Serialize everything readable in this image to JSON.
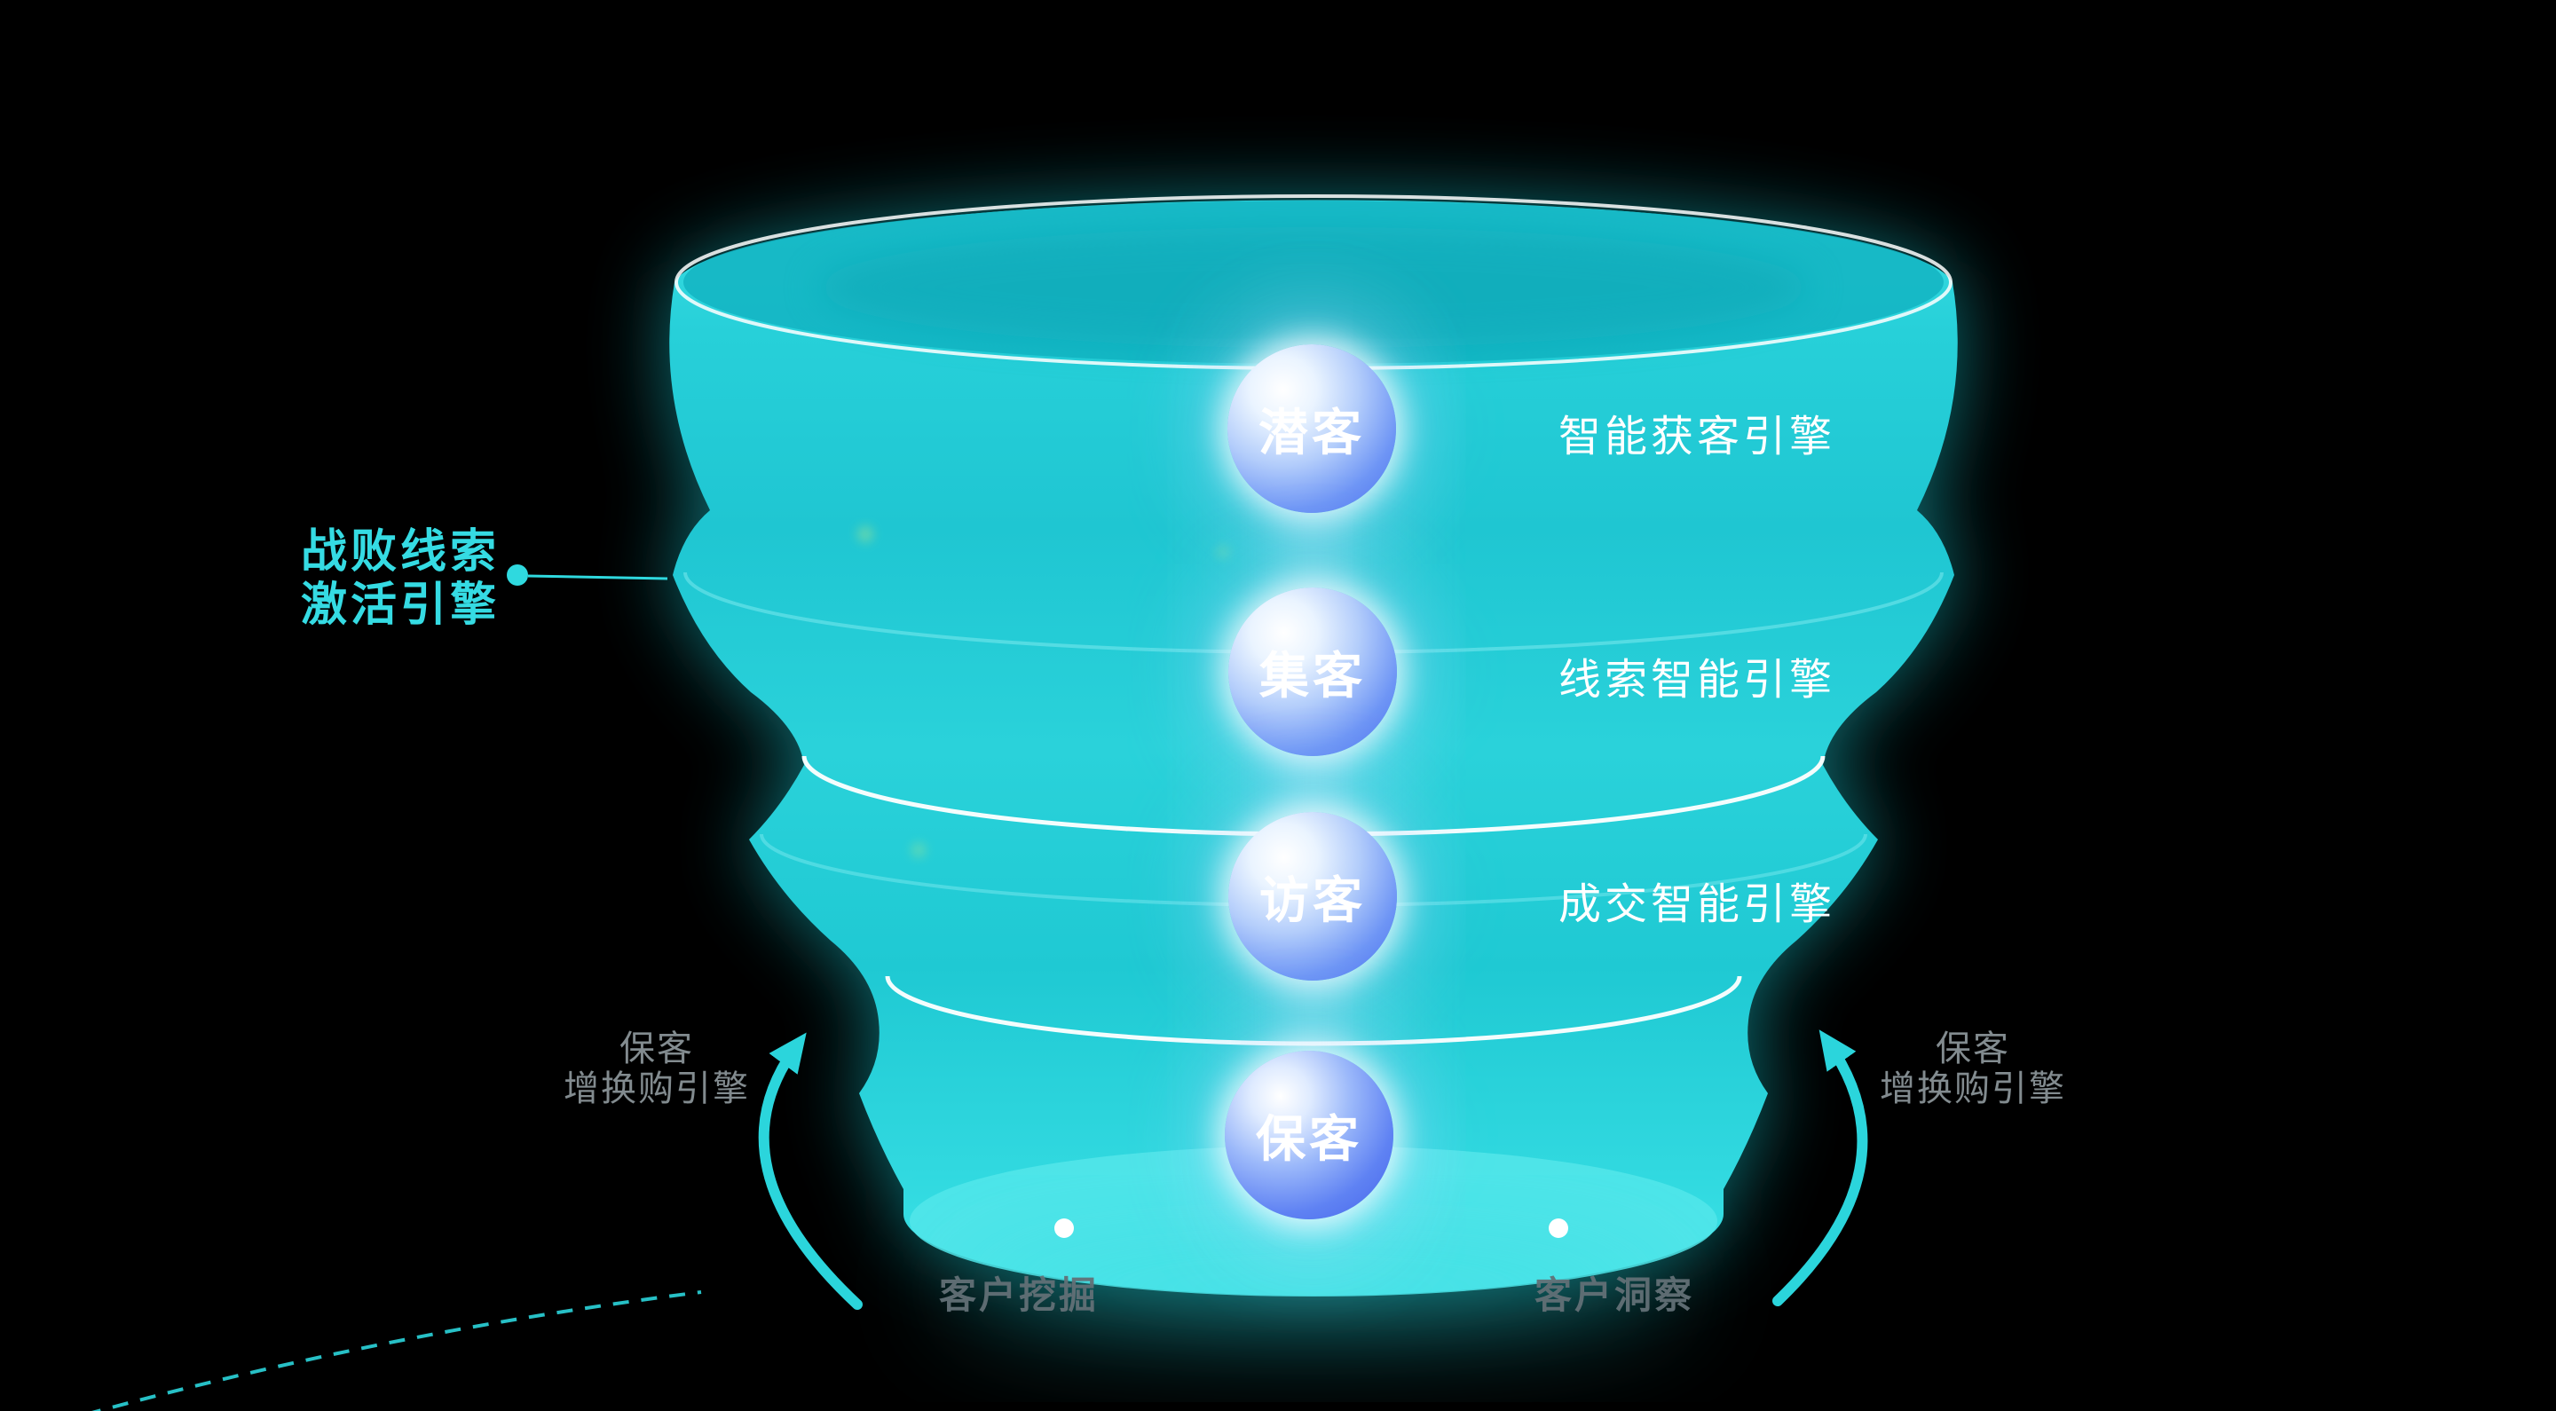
{
  "stages": [
    {
      "label": "潜客",
      "engine": "智能获客引擎"
    },
    {
      "label": "集客",
      "engine": "线索智能引擎"
    },
    {
      "label": "访客",
      "engine": "成交智能引擎"
    },
    {
      "label": "保客"
    }
  ],
  "left_callout": {
    "line1": "战败线索",
    "line2": "激活引擎"
  },
  "side_labels": {
    "left": {
      "line1": "保客",
      "line2": "增换购引擎"
    },
    "right": {
      "line1": "保客",
      "line2": "增换购引擎"
    }
  },
  "bottom_labels": {
    "left": "客户挖掘",
    "right": "客户洞察"
  },
  "colors": {
    "background": "#000000",
    "funnel_cyan": "#2bd5dc",
    "callout_cyan": "#35dbe3",
    "badge_blue": "#4a6ff0",
    "label_white": "#ffffff",
    "muted_gray": "#a2aeb3",
    "dark_gray": "#627076"
  }
}
